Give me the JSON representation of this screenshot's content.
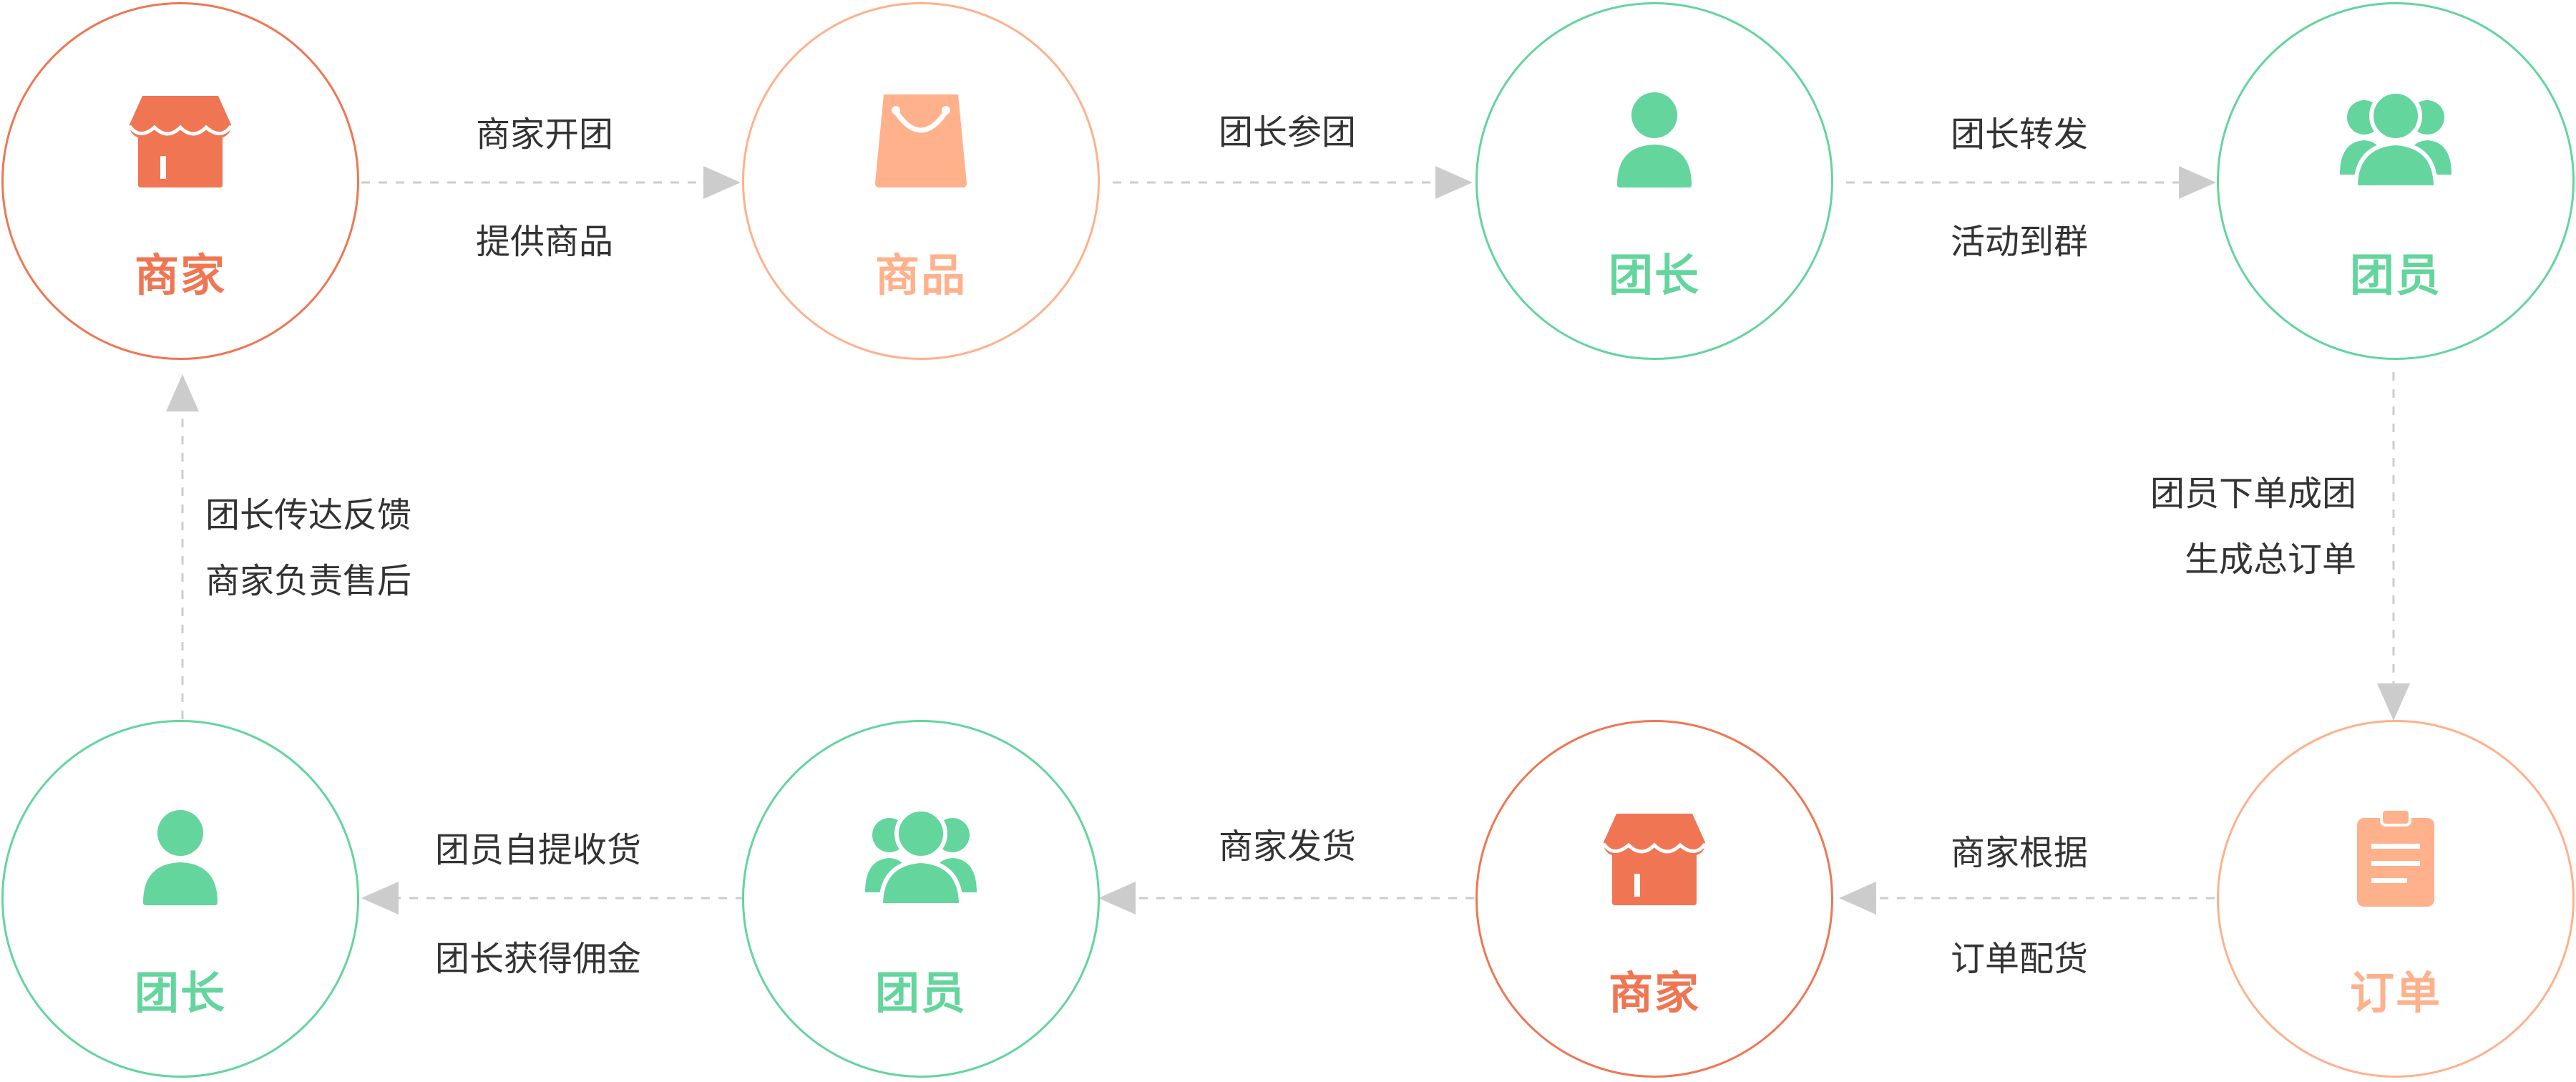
{
  "colors": {
    "merchant": "#f07653",
    "goods": "#ffb18c",
    "leader": "#63d59d",
    "arrow": "#cccccc",
    "text": "#333333"
  },
  "nodes": {
    "merchant_top": {
      "title": "商家",
      "icon": "store-icon"
    },
    "goods": {
      "title": "商品",
      "icon": "shopping-bag-icon"
    },
    "leader_top": {
      "title": "团长",
      "icon": "person-icon"
    },
    "members_top": {
      "title": "团员",
      "icon": "group-icon"
    },
    "order": {
      "title": "订单",
      "icon": "clipboard-icon"
    },
    "merchant_bottom": {
      "title": "商家",
      "icon": "store-icon"
    },
    "members_bottom": {
      "title": "团员",
      "icon": "group-icon"
    },
    "leader_bottom": {
      "title": "团长",
      "icon": "person-icon"
    }
  },
  "labels": {
    "merchant_to_goods": [
      "商家开团",
      "提供商品"
    ],
    "goods_to_leader": [
      "团长参团"
    ],
    "leader_to_members": [
      "团长转发",
      "活动到群"
    ],
    "members_to_order": [
      "团员下单成团",
      "生成总订单"
    ],
    "order_to_merchant": [
      "商家根据",
      "订单配货"
    ],
    "merchant_to_members": [
      "商家发货"
    ],
    "members_to_leader": [
      "团员自提收货",
      "团长获得佣金"
    ],
    "leader_to_merchant": [
      "团长传达反馈",
      "商家负责售后"
    ]
  }
}
